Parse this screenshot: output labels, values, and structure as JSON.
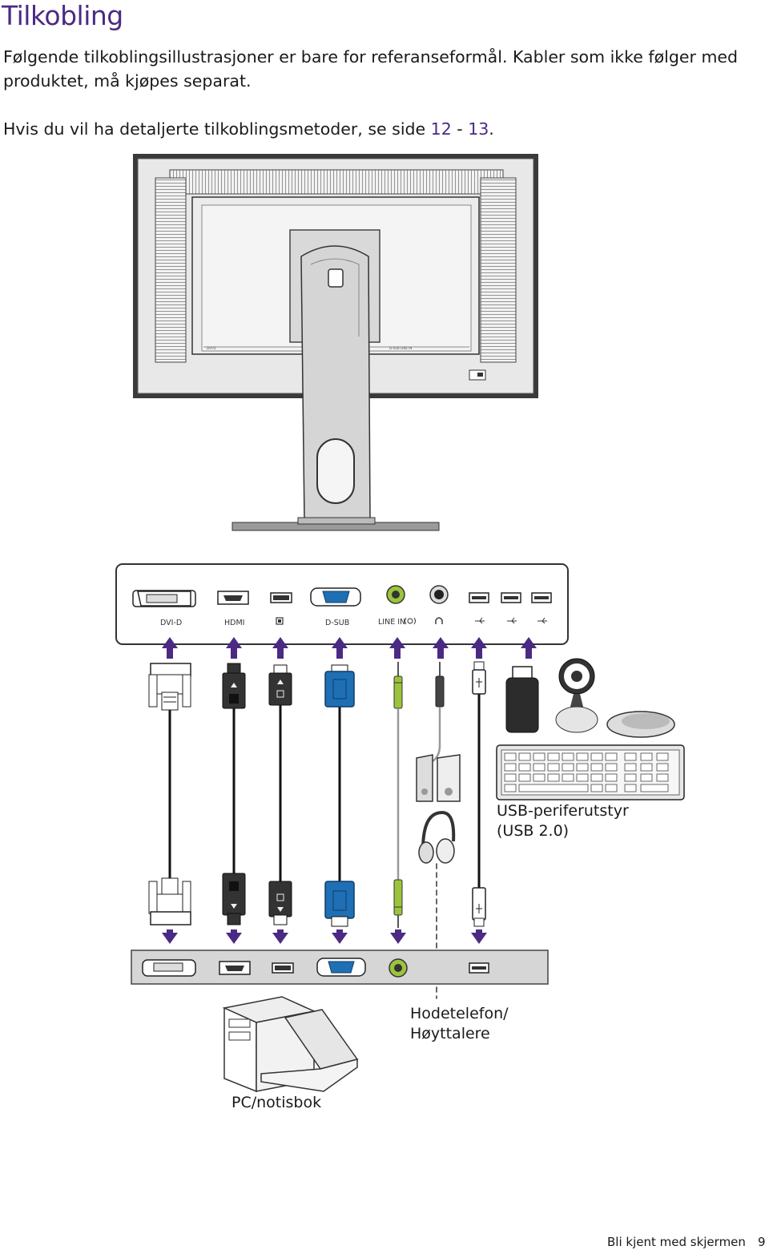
{
  "heading": "Tilkobling",
  "intro": "Følgende tilkoblingsillustrasjoner er bare for referanseformål. Kabler som ikke følger med produktet, må kjøpes separat.",
  "detail": {
    "prefix": "Hvis du vil ha detaljerte tilkoblingsmetoder, se side ",
    "page_from": "12",
    "separator": " - ",
    "page_to": "13",
    "suffix": "."
  },
  "monitor_ports": {
    "dvi": "DVI-D",
    "hdmi": "HDMI",
    "dsub": "D-SUB",
    "line_in": "LINE IN"
  },
  "labels": {
    "usb_peripherals_line1": "USB-periferutstyr",
    "usb_peripherals_line2": "(USB 2.0)",
    "audio_line1": "Hodetelefon/",
    "audio_line2": "Høyttalere",
    "computer": "PC/notisbok"
  },
  "footer": {
    "section": "Bli kjent med skjermen",
    "page_number": "9"
  },
  "colors": {
    "heading": "#4b2a84",
    "arrow": "#4b2a84",
    "vga_blue": "#1f6fb5",
    "line_in_green": "#9bc43c"
  },
  "icons": [
    "displayport-icon",
    "headphone-icon",
    "usb-icon",
    "line-in-icon"
  ]
}
